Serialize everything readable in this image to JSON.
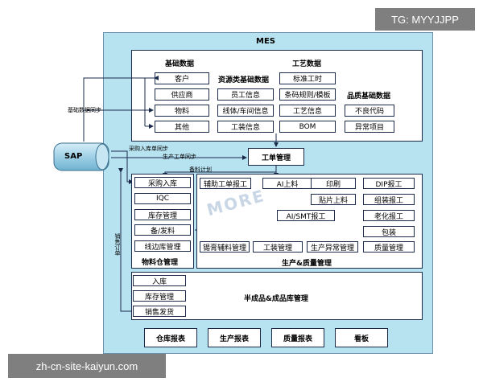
{
  "watermark_top": "TG: MYYJJPP",
  "watermark_bottom": "zh-cn-site-kaiyun.com",
  "mes_title": "MES",
  "sap_label": "SAP",
  "basic_data": {
    "title": "基础数据",
    "items": [
      "客户",
      "供应商",
      "物料",
      "其他"
    ]
  },
  "resource_data": {
    "title": "资源类基础数据",
    "items": [
      "员工信息",
      "线体/车间信息",
      "工装信息"
    ]
  },
  "process_data": {
    "title": "工艺数据",
    "items": [
      "标准工时",
      "条码规则/模板",
      "工艺信息",
      "BOM"
    ]
  },
  "quality_data": {
    "title": "品质基础数据",
    "items": [
      "不良代码",
      "异常项目"
    ]
  },
  "work_order": "工单管理",
  "arrows": {
    "basic_sync": "基础数据同步",
    "po_sync": "采购入库单同步",
    "wo_sync": "生产工单同步",
    "material_plan": "备料计划",
    "sales_order": "销售订单"
  },
  "warehouse": {
    "title": "物料仓管理",
    "items": [
      "采购入库",
      "IQC",
      "库存管理",
      "备/发料",
      "线边库管理"
    ]
  },
  "production": {
    "title": "生产&质量管理",
    "row1": [
      "辅助工单报工",
      "AI上料",
      "印刷",
      "DIP报工"
    ],
    "smt": [
      "贴片上料",
      "AI/SMT报工"
    ],
    "dip": [
      "组装报工",
      "老化报工",
      "包装"
    ],
    "row_bottom": [
      "锡膏辅料管理",
      "工装管理",
      "生产异常管理",
      "质量管理"
    ]
  },
  "finished": {
    "title": "半成品&成品库管理",
    "items": [
      "入库",
      "库存管理",
      "销售发货"
    ]
  },
  "reports": [
    "仓库报表",
    "生产报表",
    "质量报表",
    "看板"
  ],
  "logo_text": "MORE"
}
